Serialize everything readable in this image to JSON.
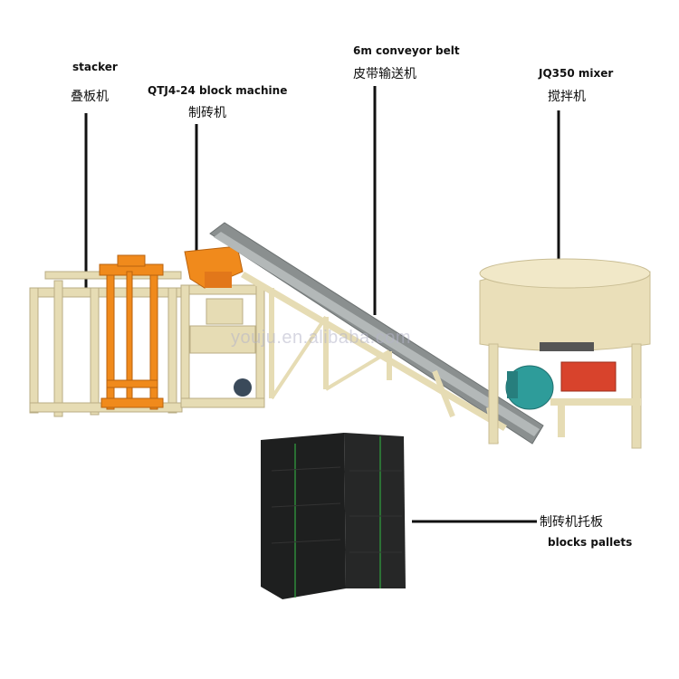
{
  "labels": {
    "stacker": {
      "en": "stacker",
      "zh": "叠板机"
    },
    "block_machine": {
      "en": "QTJ4-24 block machine",
      "zh": "制砖机"
    },
    "conveyor": {
      "en": "6m conveyor belt",
      "zh": "皮带输送机"
    },
    "mixer": {
      "en": "JQ350 mixer",
      "zh": "搅拌机"
    },
    "pallets": {
      "zh": "制砖机托板",
      "en": "blocks pallets"
    }
  },
  "watermark": "youju.en.alibaba.com",
  "colors": {
    "frame": "#e6dcb4",
    "frame_dark": "#c9bd93",
    "orange": "#f08a1c",
    "mixer_body": "#eadfb9",
    "motor_teal": "#2e9c9a",
    "gearbox_red": "#d8432c",
    "belt": "#8a8f8f",
    "pallet": "#1e1f1f",
    "pallet_line": "#2f8a3a",
    "pointer": "#111111"
  }
}
